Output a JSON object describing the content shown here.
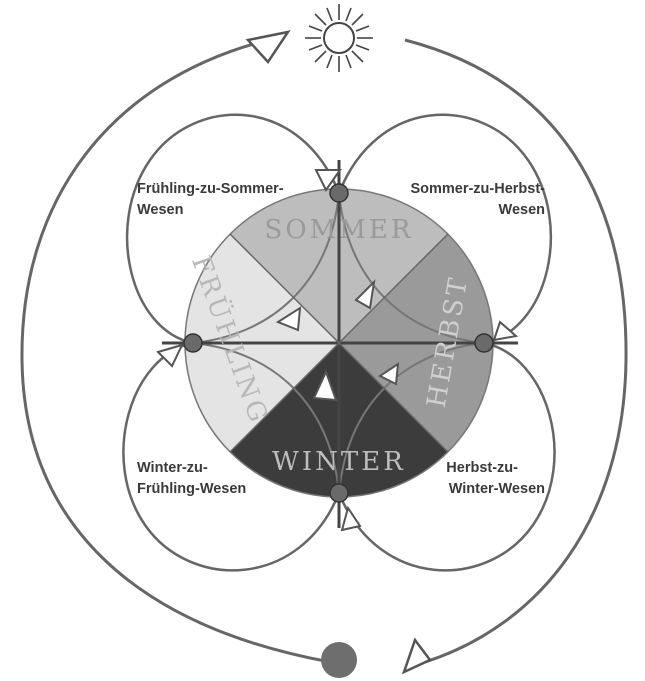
{
  "quadrants": {
    "top_left": {
      "line1": "Frühling-zu-Sommer-",
      "line2": "Wesen"
    },
    "top_right": {
      "line1": "Sommer-zu-Herbst-",
      "line2": "Wesen"
    },
    "bottom_left": {
      "line1": "Winter-zu-",
      "line2": "Frühling-Wesen"
    },
    "bottom_right": {
      "line1": "Herbst-zu-",
      "line2": "Winter-Wesen"
    }
  },
  "seasons": {
    "summer": "SOMMER",
    "spring": "FRÜHLING",
    "autumn": "HERBST",
    "winter": "WINTER"
  },
  "colors": {
    "line": "#555555",
    "node": "#6a6a6a",
    "sun": "#ffffff",
    "dark_sun": "#6e6e6e",
    "summer_sector": "#bdbdbd",
    "spring_sector": "#e4e4e4",
    "autumn_sector": "#9a9a9a",
    "winter_sector": "#3c3c3c"
  }
}
